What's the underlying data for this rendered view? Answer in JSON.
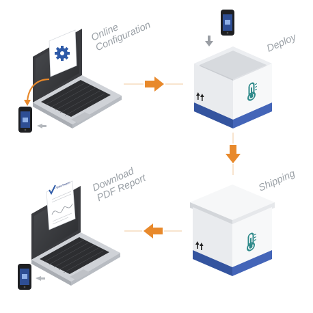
{
  "steps": [
    {
      "id": "online-configuration",
      "label_lines": [
        "Online",
        "Configuration"
      ]
    },
    {
      "id": "deploy",
      "label_lines": [
        "Deploy"
      ]
    },
    {
      "id": "shipping",
      "label_lines": [
        "Shipping"
      ]
    },
    {
      "id": "download-pdf-report",
      "label_lines": [
        "Download",
        "PDF Report"
      ]
    }
  ],
  "document_heading": "Data Report",
  "colors": {
    "arrow_orange": "#e8892b",
    "box_blue": "#3f5fb0",
    "box_white": "#f4f5f7",
    "thermometer_teal": "#2f8a8a",
    "label_gray": "#9aa0a6",
    "laptop_dark": "#2d2e31"
  },
  "icons": [
    "laptop-icon",
    "gear-icon",
    "smartphone-icon",
    "shipping-box-icon",
    "thermometer-icon",
    "this-side-up-icon",
    "pdf-document-icon",
    "checkmark-icon",
    "flow-arrow-icon"
  ]
}
